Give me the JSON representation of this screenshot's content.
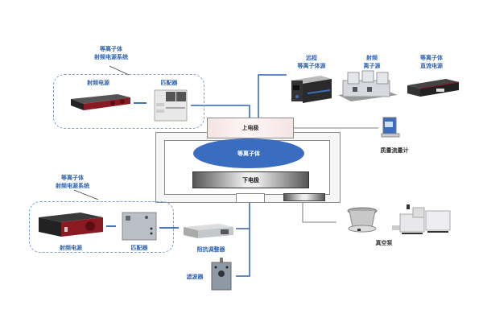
{
  "diagram": {
    "top_rf_system": {
      "title_line1": "等离子体",
      "title_line2": "射频电源系统",
      "rf_power_label": "射频电源",
      "matcher_label": "匹配器"
    },
    "top_sources": {
      "remote_source_line1": "远程",
      "remote_source_line2": "等离子体源",
      "rf_ion_source_line1": "射频",
      "rf_ion_source_line2": "离子源",
      "dc_power_line1": "等离子体",
      "dc_power_line2": "直流电源"
    },
    "chamber": {
      "top_electrode": "上电极",
      "plasma": "等离子体",
      "bottom_electrode": "下电极"
    },
    "mass_flow_meter": "质量流量计",
    "bottom_rf_system": {
      "title_line1": "等离子体",
      "title_line2": "射频电源系统",
      "rf_power_label": "射频电源",
      "matcher_label": "匹配器"
    },
    "impedance_tuner": "阻抗调整器",
    "filter": "滤波器",
    "vacuum_pump": "真空泵",
    "colors": {
      "accent_blue": "#2f63b0",
      "plasma_blue": "#3a6cc0",
      "dashed_border": "#7ea0d0",
      "rf_red": "#8a1a22"
    }
  }
}
